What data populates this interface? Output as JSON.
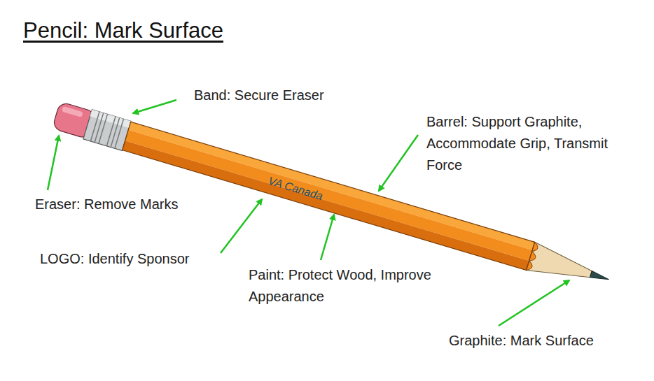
{
  "diagram": {
    "title": "Pencil: Mark Surface",
    "labels": [
      "Band: Secure Eraser",
      "Barrel: Support Graphite, Accommodate Grip, Transmit Force",
      "VA Canada",
      "Eraser: Remove Marks",
      "LOGO: Identify Sponsor",
      "Paint: Protect Wood, Improve Appearance",
      "Graphite: Mark Surface"
    ]
  }
}
